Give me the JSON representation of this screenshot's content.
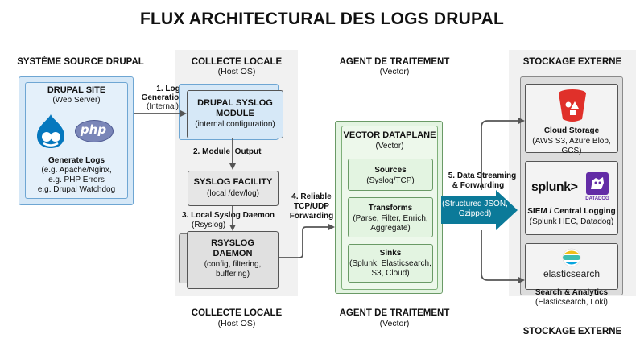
{
  "title": "FLUX ARCHITECTURAL DES LOGS DRUPAL",
  "columns": {
    "source": {
      "header": "SYSTÈME SOURCE DRUPAL"
    },
    "collect": {
      "header": "COLLECTE LOCALE",
      "sub": "(Host OS)",
      "footer": "COLLECTE LOCALE",
      "footer_sub": "(Host OS)"
    },
    "agent": {
      "header": "AGENT DE TRAITEMENT",
      "sub": "(Vector)",
      "footer": "AGENT DE TRAITEMENT",
      "footer_sub": "(Vector)"
    },
    "storage": {
      "header": "STOCKAGE EXTERNE",
      "footer": "STOCKAGE EXTERNE"
    }
  },
  "drupal_site": {
    "title": "DRUPAL SITE",
    "sub": "(Web Server)",
    "php_logo": "php",
    "gen_title": "Generate Logs",
    "gen_lines": [
      "(e.g. Apache/Nginx,",
      "e.g. PHP Errors",
      "e.g. Drupal Watchdog"
    ]
  },
  "steps": {
    "s1": {
      "title": "1. Log",
      "title2": "Generation",
      "sub": "(Internal)"
    },
    "s2": {
      "title": "2. Module  Output"
    },
    "s3": {
      "title": "3. Local Syslog Daemon",
      "sub": "(Rsyslog)"
    },
    "s4": {
      "l1": "4. Reliable",
      "l2": "TCP/UDP",
      "l3": "Forwarding"
    },
    "s5": {
      "l1": "5. Data Streaming",
      "l2": "& Forwarding",
      "sub1": "(Structured JSON,",
      "sub2": "Gzipped)"
    }
  },
  "syslog_module": {
    "l1": "DRUPAL SYSLOG",
    "l2": "MODULE",
    "sub": "(internal configuration)"
  },
  "syslog_facility": {
    "title": "SYSLOG FACILITY",
    "sub": "(local /dev/log)"
  },
  "rsyslog": {
    "l1": "RSYSLOG",
    "l2": "DAEMON",
    "sub1": "(config, filtering,",
    "sub2": "buffering)"
  },
  "vector": {
    "title": "VECTOR DATAPLANE",
    "sub": "(Vector)",
    "sources": {
      "title": "Sources",
      "sub": "(Syslog/TCP)"
    },
    "transforms": {
      "title": "Transforms",
      "sub1": "(Parse, Filter, Enrich,",
      "sub2": "Aggregate)"
    },
    "sinks": {
      "title": "Sinks",
      "sub1": "(Splunk, Elasticsearch,",
      "sub2": "S3, Cloud)"
    }
  },
  "storage": {
    "cloud": {
      "title": "Cloud Storage",
      "sub": "(AWS S3, Azure Blob, GCS)"
    },
    "siem": {
      "splunk": "splunk>",
      "datadog": "DATADOG",
      "title": "SIEM / Central Logging",
      "sub": "(Splunk HEC, Datadog)"
    },
    "search": {
      "brand": "elasticsearch",
      "title": "Search & Analytics",
      "sub": "(Elasticsearch, Loki)"
    }
  },
  "colors": {
    "drupal_blue": "#0678be",
    "blue_fill": "#d6e8f7",
    "green_fill": "#e3f4e1",
    "teal_arrow": "#0b7a99",
    "aws_red": "#e0302a",
    "datadog_purple": "#632ca6"
  },
  "icons": [
    "drupal-drop-icon",
    "php-logo-icon",
    "aws-s3-bucket-icon",
    "datadog-dog-icon",
    "elasticsearch-logo-icon"
  ]
}
